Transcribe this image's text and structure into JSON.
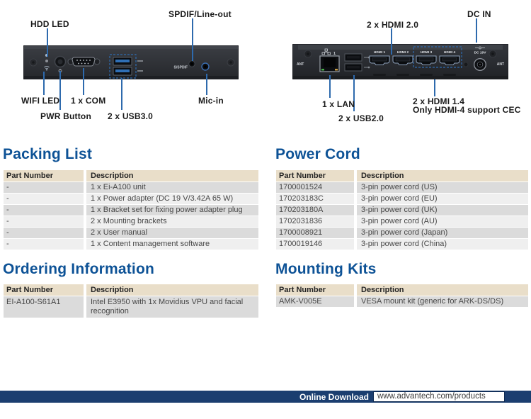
{
  "colors": {
    "accent_blue": "#0d5296",
    "callout_blue": "#2e6aad",
    "navy": "#1b3e70",
    "header_beige": "#e9dec9",
    "usb3_blue": "#2f6fb5"
  },
  "figures": {
    "front": {
      "labels": {
        "hdd_led": "HDD LED",
        "spdif_lineout": "SPDIF/Line-out",
        "wifi_led": "WIFI LED",
        "com": "1 x COM",
        "pwr_button": "PWR Button",
        "usb3": "2 x USB3.0",
        "mic_in": "Mic-in"
      },
      "panel_text": {
        "spdif_port": "S/SPDIF"
      }
    },
    "rear": {
      "labels": {
        "hdmi20": "2 x HDMI 2.0",
        "dc_in": "DC IN",
        "lan": "1 x LAN",
        "usb2": "2 x USB2.0",
        "hdmi14_line1": "2 x HDMI 1.4",
        "hdmi14_line2": "Only HDMI-4 support CEC"
      },
      "panel_text": {
        "ant_left": "ANT",
        "ant_right": "ANT",
        "hdmi_1": "HDMI 1",
        "hdmi_2": "HDMI 2",
        "hdmi_3": "HDMI 3",
        "hdmi_4": "HDMI 4",
        "dc_19v": "DC 19V",
        "lan_port_no": "1"
      }
    }
  },
  "sections": {
    "packing_list": {
      "title": "Packing List",
      "columns": [
        "Part Number",
        "Description"
      ],
      "rows": [
        {
          "part": "-",
          "desc": "1 x Ei-A100 unit"
        },
        {
          "part": "-",
          "desc": "1 x Power adapter (DC 19 V/3.42A 65 W)"
        },
        {
          "part": "-",
          "desc": "1 x Bracket set for fixing power adapter plug"
        },
        {
          "part": "-",
          "desc": "2 x Mounting brackets"
        },
        {
          "part": "-",
          "desc": "2 x User manual"
        },
        {
          "part": "-",
          "desc": "1 x Content management software"
        }
      ]
    },
    "power_cord": {
      "title": "Power Cord",
      "columns": [
        "Part Number",
        "Description"
      ],
      "rows": [
        {
          "part": "1700001524",
          "desc": "3-pin power cord (US)"
        },
        {
          "part": "170203183C",
          "desc": "3-pin power cord (EU)"
        },
        {
          "part": "170203180A",
          "desc": "3-pin power cord (UK)"
        },
        {
          "part": "1702031836",
          "desc": "3-pin power cord (AU)"
        },
        {
          "part": "1700008921",
          "desc": "3-pin power cord (Japan)"
        },
        {
          "part": "1700019146",
          "desc": "3-pin power cord (China)"
        }
      ]
    },
    "ordering_information": {
      "title": "Ordering Information",
      "columns": [
        "Part Number",
        "Description"
      ],
      "rows": [
        {
          "part": "EI-A100-S61A1",
          "desc": "Intel E3950 with 1x Movidius VPU and facial recognition"
        }
      ]
    },
    "mounting_kits": {
      "title": "Mounting Kits",
      "columns": [
        "Part Number",
        "Description"
      ],
      "rows": [
        {
          "part": "AMK-V005E",
          "desc": "VESA mount kit (generic for ARK-DS/DS)"
        }
      ]
    }
  },
  "footer": {
    "label": "Online Download",
    "url": "www.advantech.com/products"
  }
}
